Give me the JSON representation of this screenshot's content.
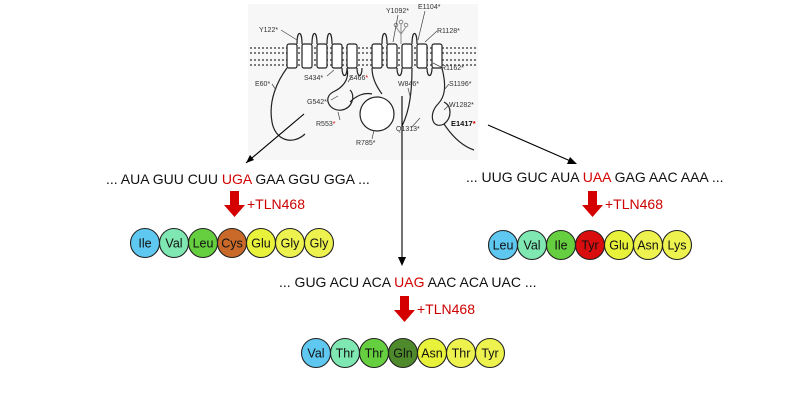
{
  "protein_diagram": {
    "mutations": [
      {
        "label": "Y122*",
        "red_star": false
      },
      {
        "label": "E60*",
        "red_star": false
      },
      {
        "label": "S434*",
        "red_star": false
      },
      {
        "label": "S466",
        "red_star": true
      },
      {
        "label": "G542*",
        "red_star": false
      },
      {
        "label": "R553",
        "red_star": true
      },
      {
        "label": "R785*",
        "red_star": false
      },
      {
        "label": "W846*",
        "red_star": false
      },
      {
        "label": "Y1092*",
        "red_star": false
      },
      {
        "label": "E1104*",
        "red_star": false
      },
      {
        "label": "R1128*",
        "red_star": false
      },
      {
        "label": "R1162*",
        "red_star": false
      },
      {
        "label": "S1196*",
        "red_star": false
      },
      {
        "label": "W1282*",
        "red_star": false
      },
      {
        "label": "Q1313*",
        "red_star": false
      },
      {
        "label": "E1417",
        "red_star": true
      }
    ]
  },
  "drug": "+TLN468",
  "panels": [
    {
      "id": "uga",
      "seq_before": "... AUA GUU CUU ",
      "stop": "UGA",
      "seq_after": " GAA GGU GGA ...",
      "residues": [
        {
          "name": "Ile",
          "color": "#5ec8f0"
        },
        {
          "name": "Val",
          "color": "#7fe7b2"
        },
        {
          "name": "Leu",
          "color": "#66cf3f"
        },
        {
          "name": "Cys",
          "color": "#c96a2b"
        },
        {
          "name": "Glu",
          "color": "#e8f23a"
        },
        {
          "name": "Gly",
          "color": "#eef24f"
        },
        {
          "name": "Gly",
          "color": "#eef24f"
        }
      ]
    },
    {
      "id": "uaa",
      "seq_before": "... UUG GUC AUA ",
      "stop": "UAA",
      "seq_after": " GAG AAC AAA ...",
      "residues": [
        {
          "name": "Leu",
          "color": "#5ec8f0"
        },
        {
          "name": "Val",
          "color": "#7fe7b2"
        },
        {
          "name": "Ile",
          "color": "#66cf3f"
        },
        {
          "name": "Tyr",
          "color": "#d90d0d"
        },
        {
          "name": "Glu",
          "color": "#e8f23a"
        },
        {
          "name": "Asn",
          "color": "#eef24f"
        },
        {
          "name": "Lys",
          "color": "#eef24f"
        }
      ]
    },
    {
      "id": "uag",
      "seq_before": "... GUG ACU ACA ",
      "stop": "UAG",
      "seq_after": " AAC ACA UAC ...",
      "residues": [
        {
          "name": "Val",
          "color": "#5ec8f0"
        },
        {
          "name": "Thr",
          "color": "#7fe7b2"
        },
        {
          "name": "Thr",
          "color": "#66cf3f"
        },
        {
          "name": "Gln",
          "color": "#4e8a2b"
        },
        {
          "name": "Asn",
          "color": "#e8f23a"
        },
        {
          "name": "Thr",
          "color": "#eef24f"
        },
        {
          "name": "Tyr",
          "color": "#eef24f"
        }
      ]
    }
  ]
}
